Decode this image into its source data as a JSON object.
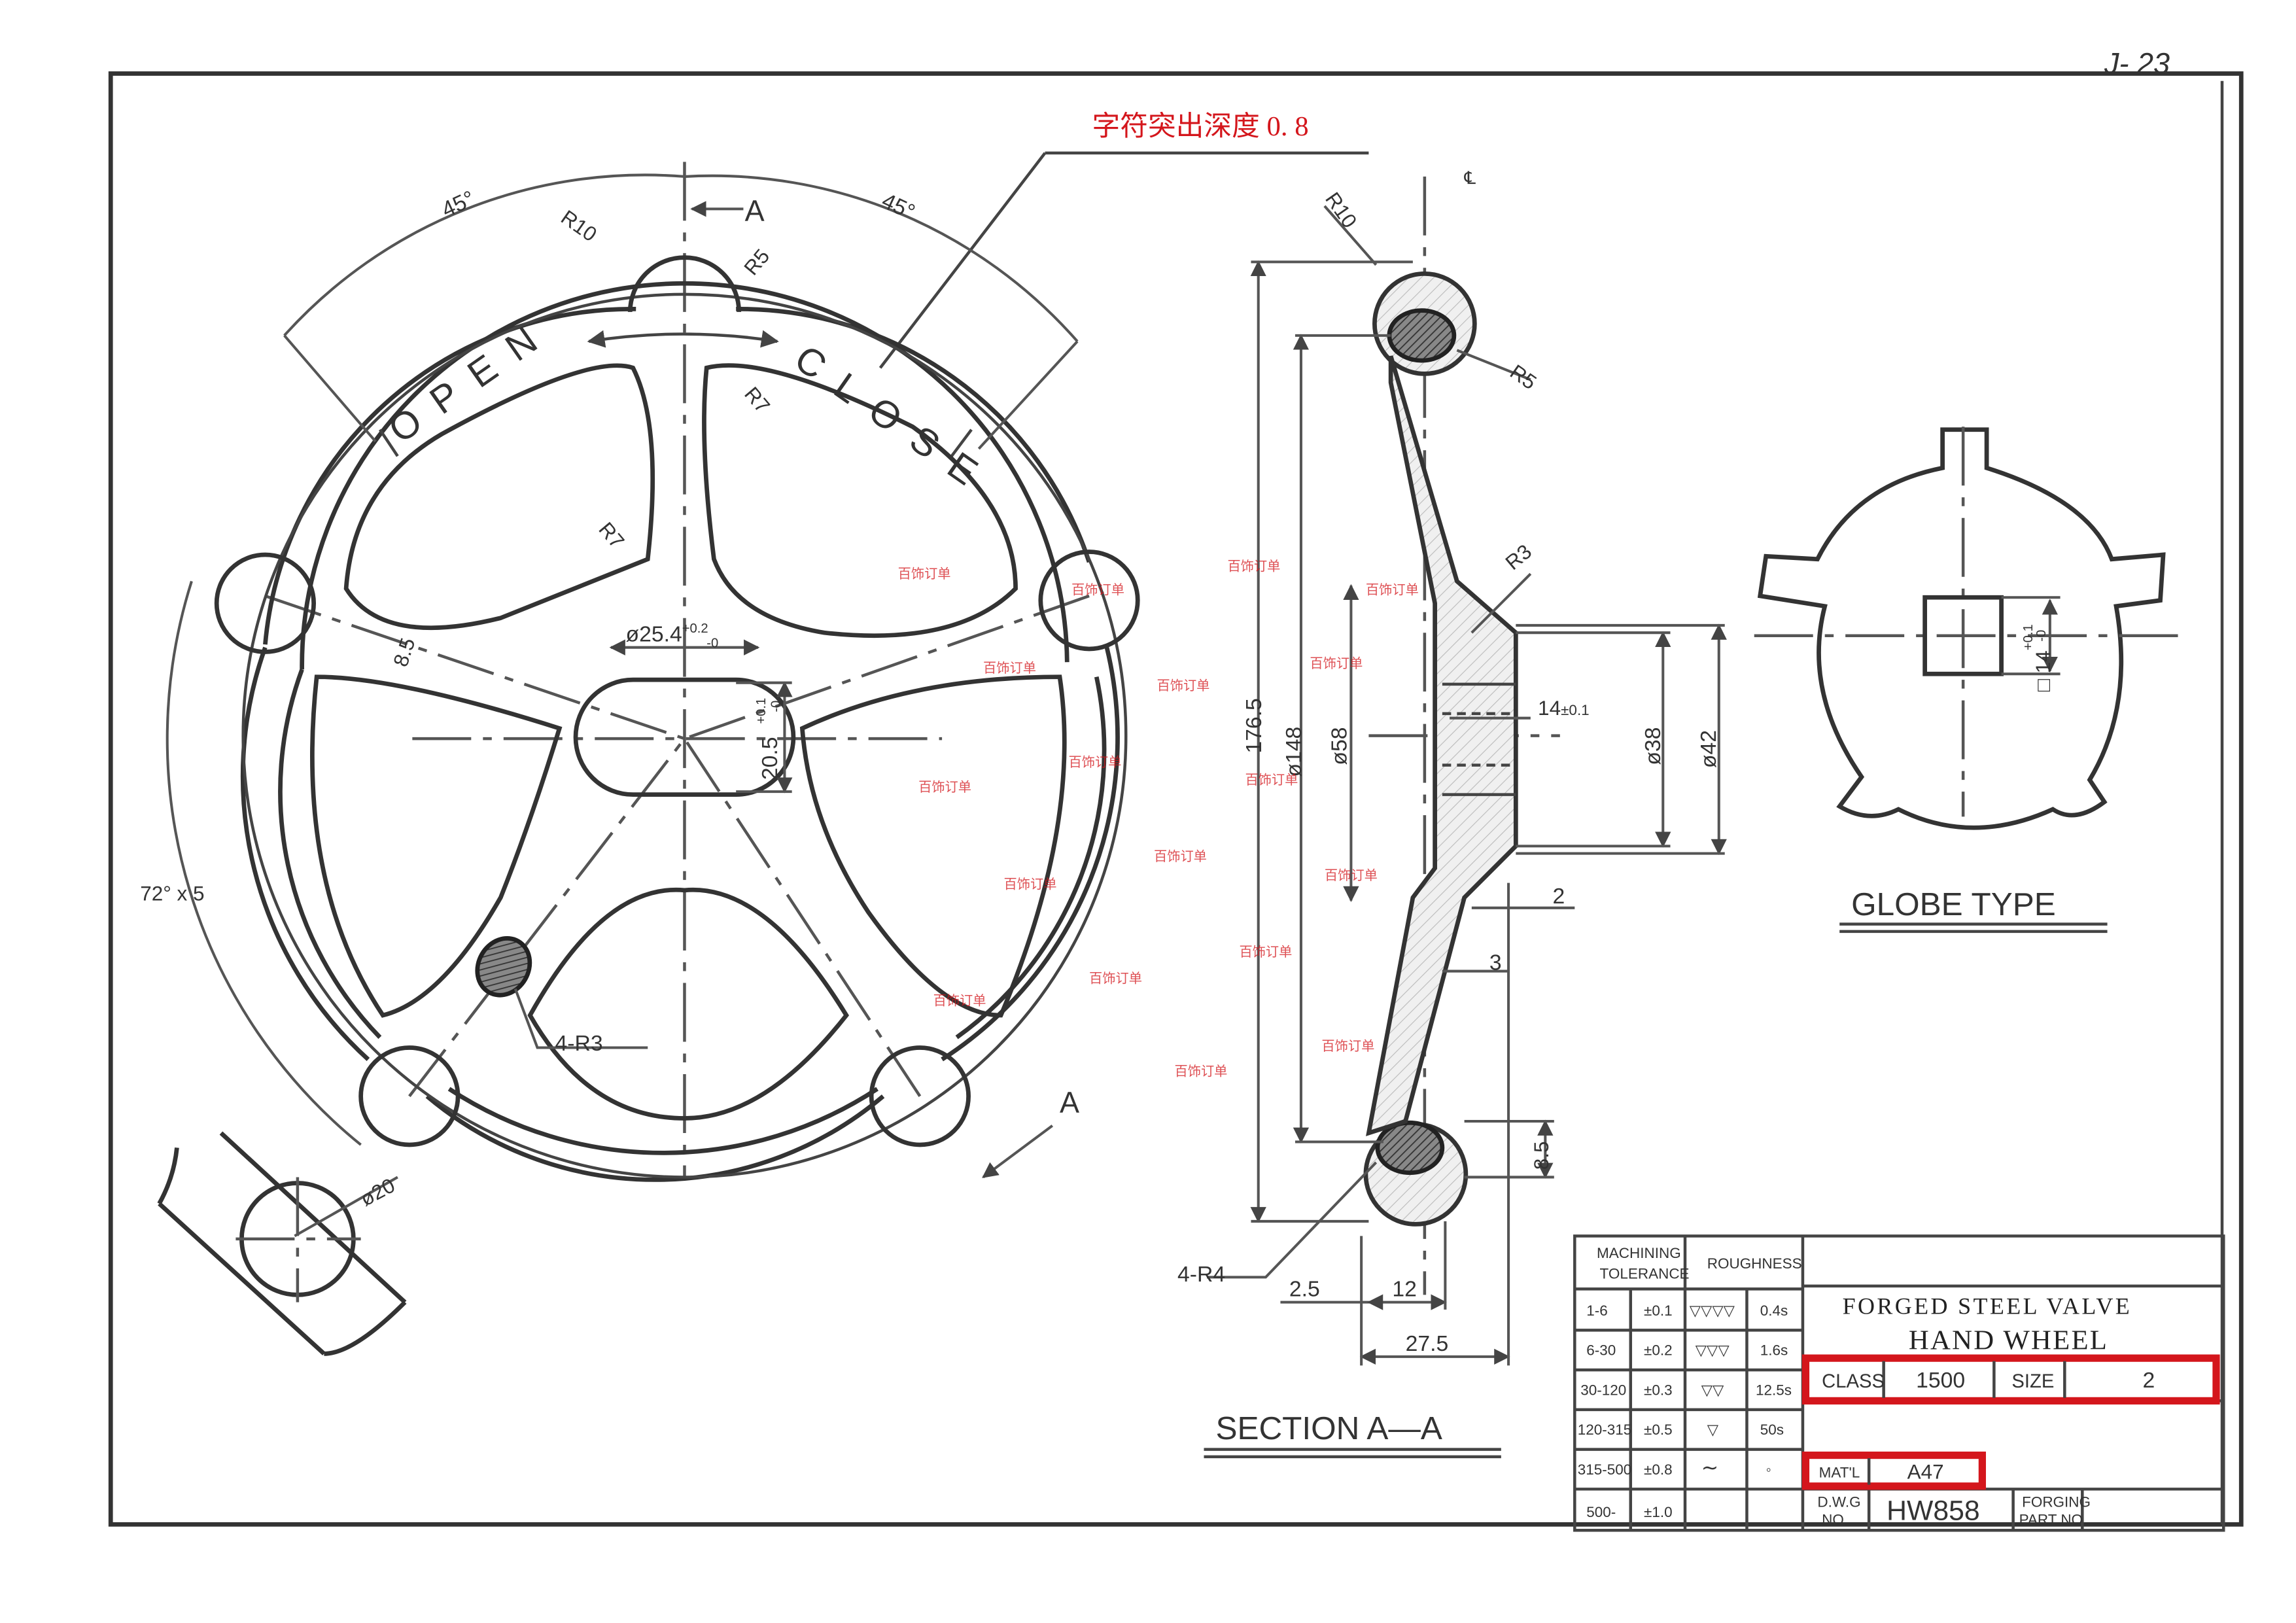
{
  "sheet_code": "J- 23",
  "note_red": "字符突出深度 0. 8",
  "front_view": {
    "angle_left": "45°",
    "angle_right": "45°",
    "section_mark_top": "A",
    "section_mark_bottom": "A",
    "r10": "R10",
    "r5": "R5",
    "r7_top": "R7",
    "r7_left": "R7",
    "open_label": "OPEN",
    "close_label": "CLOSE",
    "spoke_width": "8.5",
    "bore_dia": "ø25.4",
    "bore_dia_tol_plus": "+0.2",
    "bore_dia_tol_minus": "-0",
    "bore_flat": "20.5",
    "bore_flat_tol_plus": "+0.1",
    "bore_flat_tol_minus": "-0",
    "spoke_spacing": "72° x 5",
    "fillet_count": "4-R3",
    "rim_section_dia": "ø20"
  },
  "section_view": {
    "r10": "R10",
    "r5": "R5",
    "r3": "R3",
    "overall": "176.5",
    "d148": "ø148",
    "d58": "ø58",
    "d38": "ø38",
    "d42": "ø42",
    "flat": "14",
    "flat_tol": "±0.1",
    "dim2": "2",
    "dim3": "3",
    "rim_height": "8.5",
    "fillet": "4-R4",
    "offset": "2.5",
    "rim_width": "12",
    "total_depth": "27.5",
    "title": "SECTION A—A"
  },
  "globe": {
    "square": "□ 14",
    "square_tol_plus": "+0.1",
    "square_tol_minus": "-0",
    "title": "GLOBE TYPE"
  },
  "tolerance_table": {
    "col_machining": [
      "MACHINING",
      "TOLERANCE"
    ],
    "col_roughness": "ROUGHNESS",
    "rows": [
      {
        "range": "1-6",
        "tol": "±0.1",
        "sym": "▽▽▽▽",
        "ra": "0.4s"
      },
      {
        "range": "6-30",
        "tol": "±0.2",
        "sym": "▽▽▽",
        "ra": "1.6s"
      },
      {
        "range": "30-120",
        "tol": "±0.3",
        "sym": "▽▽",
        "ra": "12.5s"
      },
      {
        "range": "120-315",
        "tol": "±0.5",
        "sym": "▽",
        "ra": "50s"
      },
      {
        "range": "315-500",
        "tol": "±0.8",
        "sym": "∼",
        "ra": "◦"
      },
      {
        "range": "500-",
        "tol": "±1.0",
        "sym": "",
        "ra": ""
      }
    ]
  },
  "title_block": {
    "line1": "FORGED STEEL VALVE",
    "line2": "HAND WHEEL",
    "class_label": "CLASS",
    "class_value": "1500",
    "size_label": "SIZE",
    "size_value": "2",
    "matl_label": "MAT'L",
    "matl_value": "A47",
    "dwg_label": [
      "D.W.G",
      "NO."
    ],
    "dwg_value": "HW858",
    "forging_label": [
      "FORGING",
      "PART NO."
    ]
  },
  "watermark": "百饰订单",
  "colors": {
    "annotation": "#d4161c",
    "line": "#333333"
  }
}
